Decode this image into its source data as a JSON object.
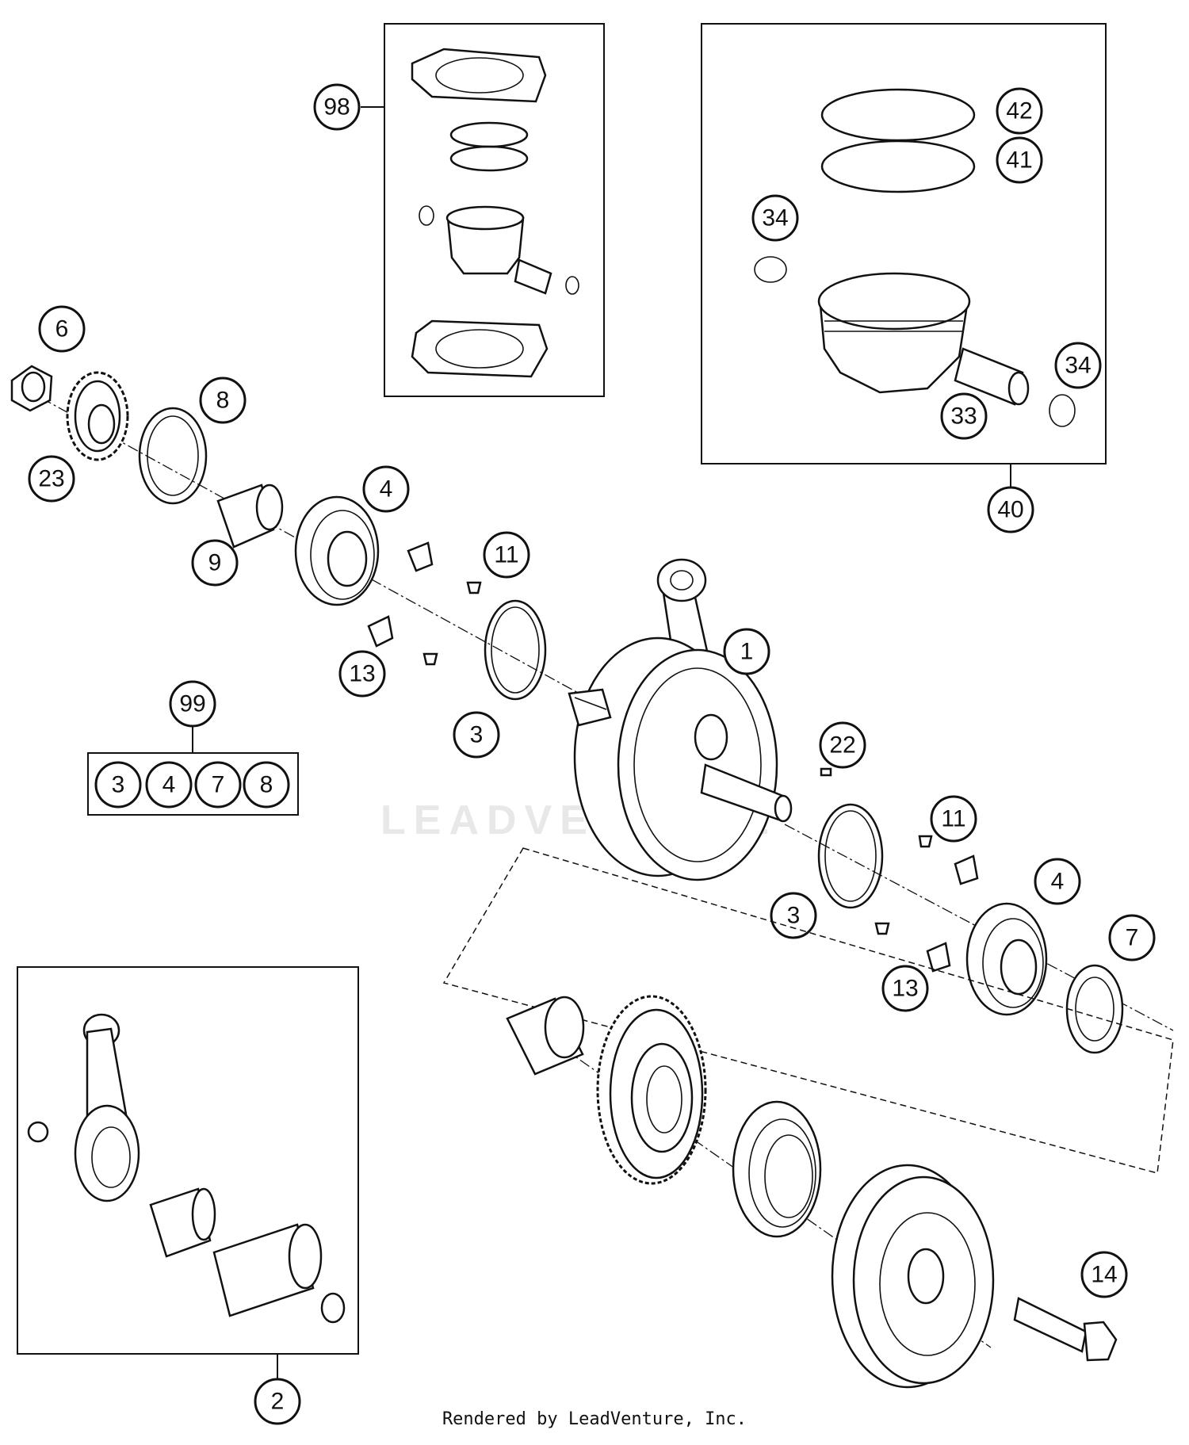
{
  "diagram": {
    "callouts": {
      "c98": "98",
      "c42": "42",
      "c41": "41",
      "c34a": "34",
      "c34b": "34",
      "c33": "33",
      "c40": "40",
      "c6": "6",
      "c23": "23",
      "c8": "8",
      "c4a": "4",
      "c9": "9",
      "c11a": "11",
      "c13a": "13",
      "c3a": "3",
      "c1": "1",
      "c99": "99",
      "c22": "22",
      "c11b": "11",
      "c4b": "4",
      "c7": "7",
      "c3b": "3",
      "c13b": "13",
      "c14": "14",
      "c2": "2"
    },
    "kit99": [
      "3",
      "4",
      "7",
      "8"
    ]
  },
  "watermark": "LEADVENTURE",
  "footer": "Rendered by LeadVenture, Inc."
}
